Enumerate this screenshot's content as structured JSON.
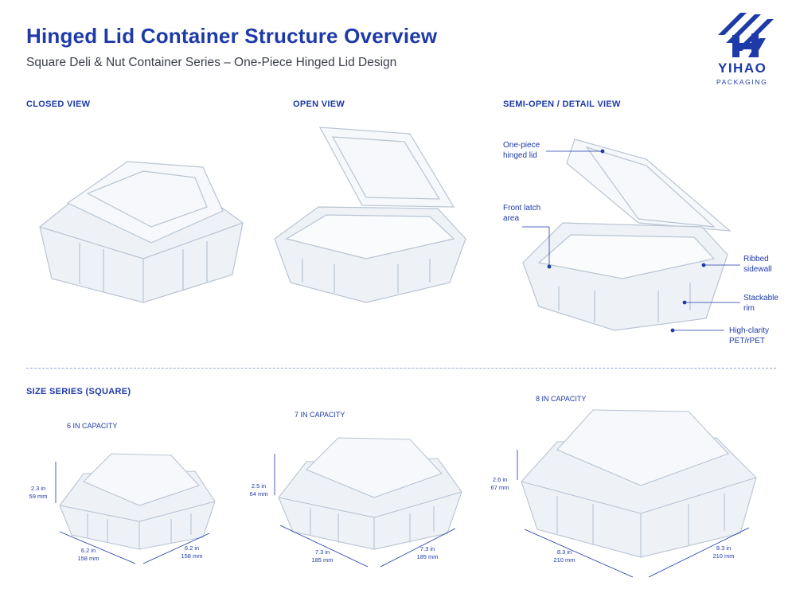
{
  "header": {
    "title": "Hinged Lid Container Structure Overview",
    "subtitle": "Square Deli & Nut Container Series – One-Piece Hinged Lid Design"
  },
  "logo": {
    "name": "YIHAO",
    "tagline": "PACKAGING",
    "icon": "yihao-logo-icon"
  },
  "views": {
    "closed": "CLOSED VIEW",
    "open": "OPEN VIEW",
    "semi_open": "SEMI-OPEN / DETAIL VIEW"
  },
  "callouts": {
    "hinged_lid": [
      "One-piece",
      "hinged lid"
    ],
    "front_latch": [
      "Front latch",
      "area"
    ],
    "ribbed_sidewall": [
      "Ribbed",
      "sidewall"
    ],
    "stackable_rim": [
      "Stackable",
      "rim"
    ],
    "clarity": [
      "High-clarity",
      "PET/rPET"
    ]
  },
  "size_series": {
    "heading": "SIZE SERIES (SQUARE)",
    "items": [
      {
        "label": "6 IN CAPACITY",
        "height": [
          "2.3 in",
          "59 mm"
        ],
        "width_left": [
          "6.2 in",
          "158 mm"
        ],
        "width_right": [
          "6.2 in",
          "158 mm"
        ]
      },
      {
        "label": "7 IN CAPACITY",
        "height": [
          "2.5 in",
          "64 mm"
        ],
        "width_left": [
          "7.3 in",
          "185 mm"
        ],
        "width_right": [
          "7.3 in",
          "185 mm"
        ]
      },
      {
        "label": "8 IN CAPACITY",
        "height": [
          "2.6 in",
          "67 mm"
        ],
        "width_left": [
          "8.3 in",
          "210 mm"
        ],
        "width_right": [
          "8.3 in",
          "210 mm"
        ]
      }
    ]
  },
  "colors": {
    "brand": "#1d3aa8",
    "container_edge": "#b9c4d3",
    "container_fill": "#eef2f7"
  }
}
